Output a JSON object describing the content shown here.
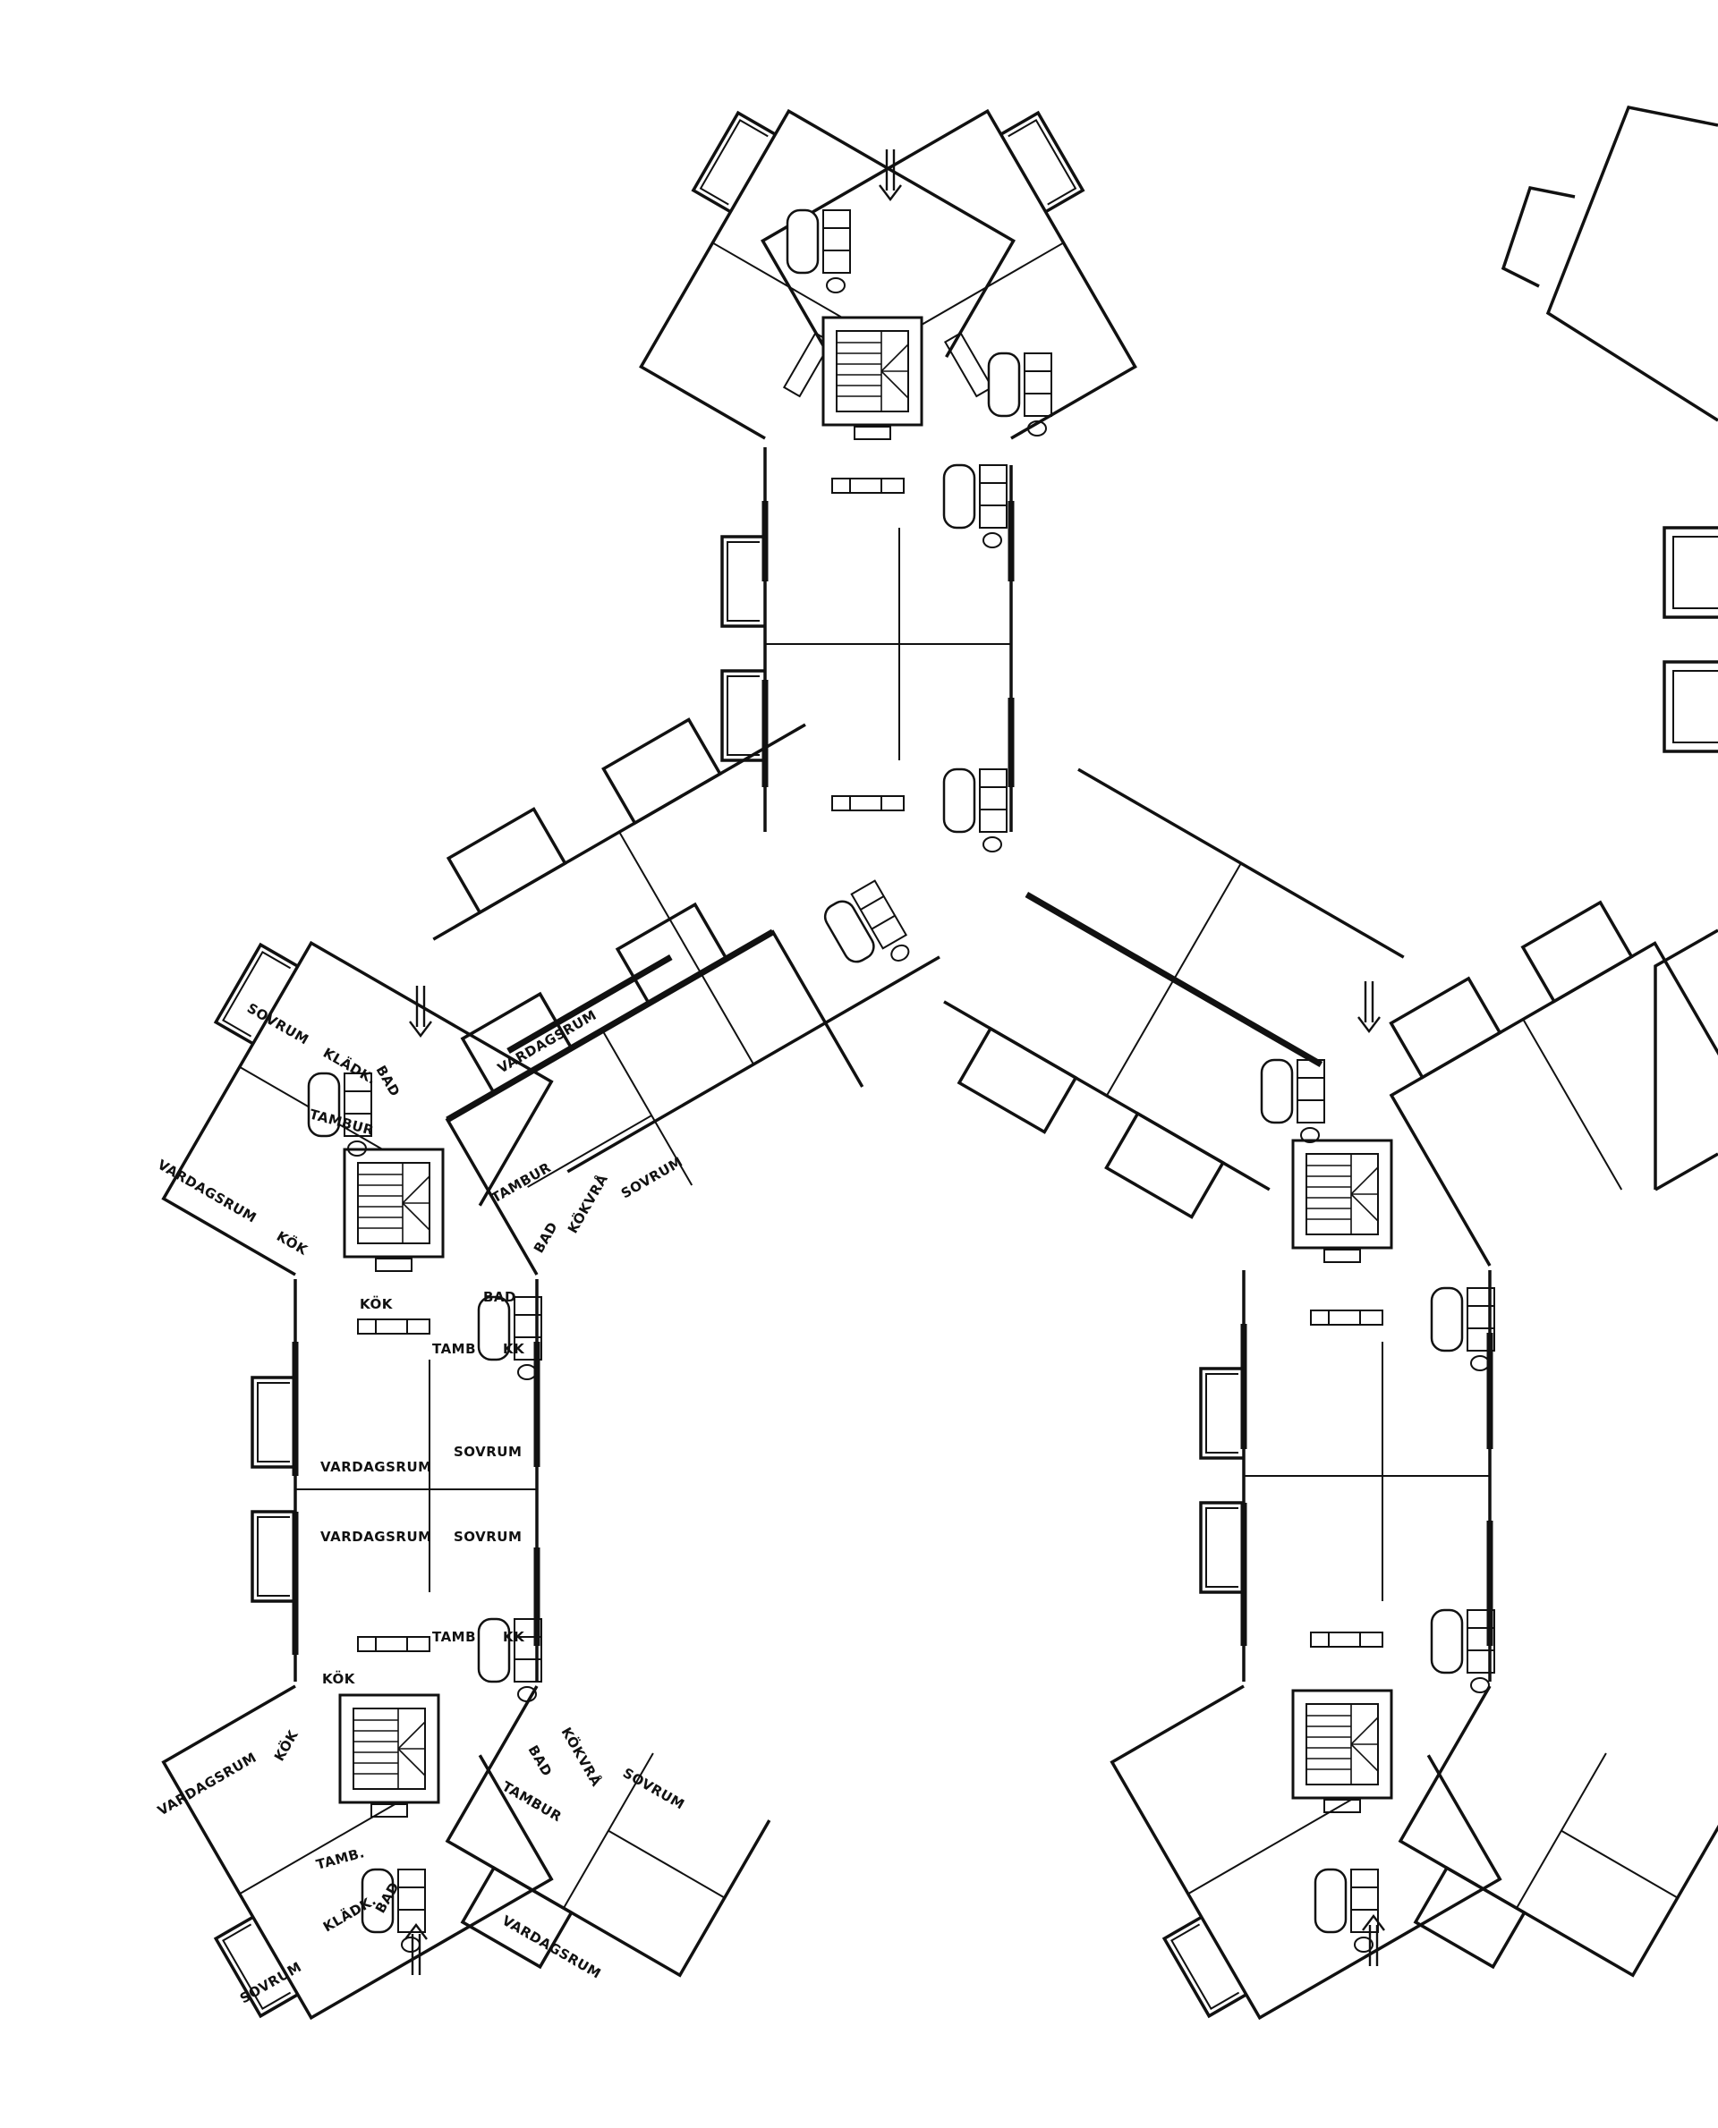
{
  "labels": {
    "sovrum": "SOVRUM",
    "vardagsrum": "VARDAGSRUM",
    "kladk": "KLÄDK.",
    "bad": "BAD",
    "tambur": "TAMBUR",
    "tamb": "TAMB",
    "tamb_dot": "TAMB.",
    "kok": "KÖK",
    "kk": "KK",
    "kokvra": "KÖKVRÅ"
  }
}
